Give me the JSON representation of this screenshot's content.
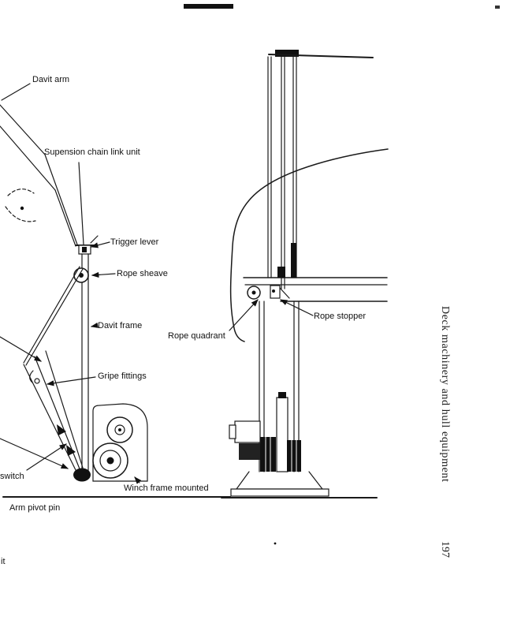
{
  "style": {
    "ink": "#1a1a1a",
    "paper": "#ffffff"
  },
  "figure": {
    "labels": {
      "davit_arm": "Davit arm",
      "suspension_chain_link_unit": "Supension chain link unit",
      "trigger_lever": "Trigger lever",
      "rope_sheave": "Rope sheave",
      "davit_frame": "Davit frame",
      "gripe_fittings": "Gripe fittings",
      "rope_quadrant": "Rope quadrant",
      "rope_stopper": "Rope stopper",
      "winch_frame_mounted": "Winch frame mounted",
      "arm_pivot_pin": "Arm pivot pin",
      "partial_switch": "switch",
      "partial_it": "it"
    }
  },
  "margin": {
    "running_title": "Deck machinery and hull equipment",
    "page_number": "197"
  }
}
